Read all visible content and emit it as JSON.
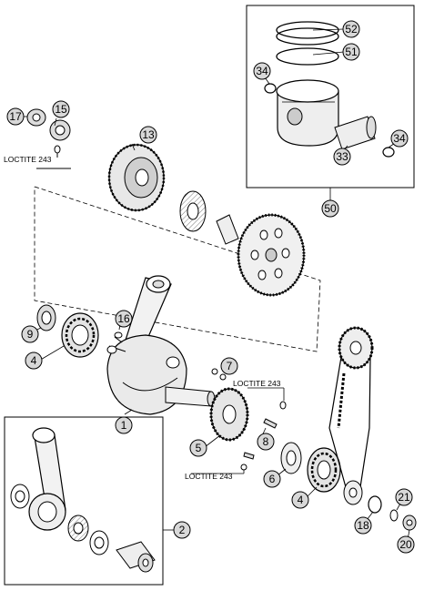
{
  "callouts": {
    "c1": "1",
    "c2": "2",
    "c4a": "4",
    "c4b": "4",
    "c5": "5",
    "c6": "6",
    "c7": "7",
    "c8": "8",
    "c9": "9",
    "c13": "13",
    "c15": "15",
    "c16": "16",
    "c17": "17",
    "c18": "18",
    "c20": "20",
    "c21": "21",
    "c33": "33",
    "c34a": "34",
    "c34b": "34",
    "c50": "50",
    "c51": "51",
    "c52": "52"
  },
  "notes": {
    "loctite_top_left": "LOCTITE 243",
    "loctite_mid_right": "LOCTITE 243",
    "loctite_bottom_mid": "LOCTITE 243"
  },
  "colors": {
    "line": "#000000",
    "callout_fill": "#d8d8d8",
    "part_fill": "#f2f2f2"
  }
}
